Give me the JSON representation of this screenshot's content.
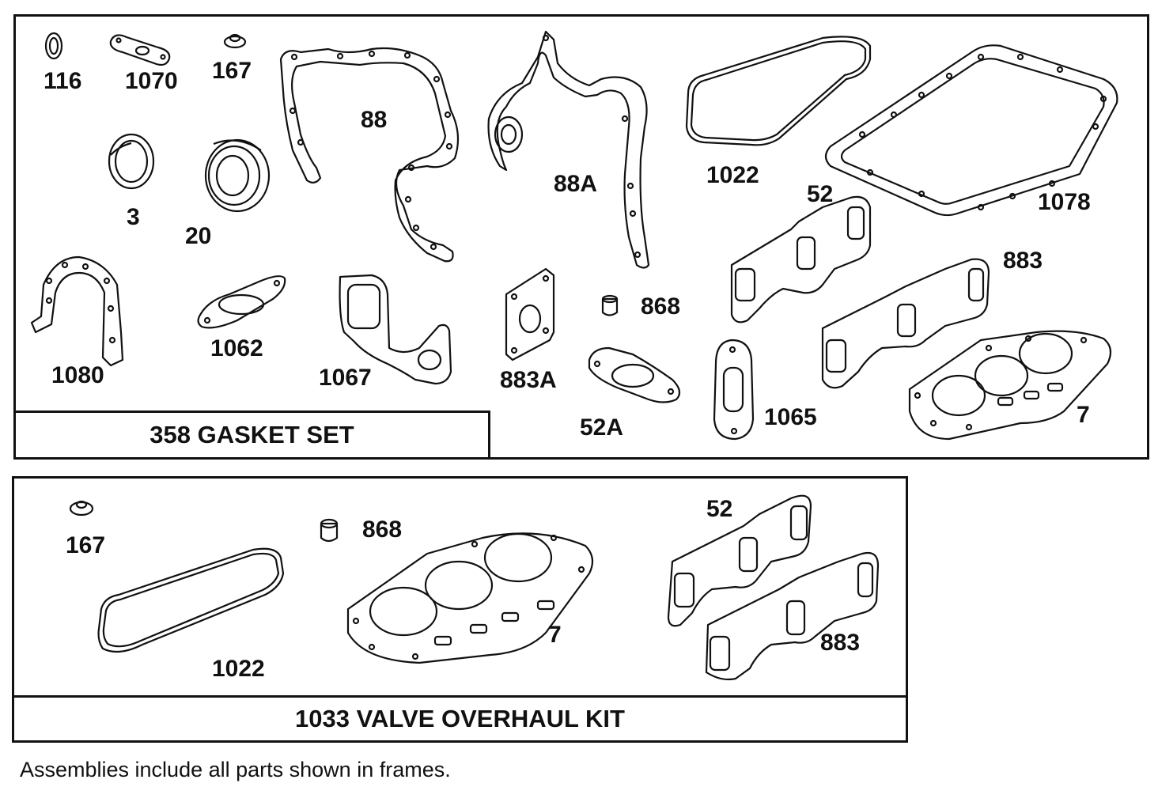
{
  "gasket_set": {
    "title": "358 GASKET SET",
    "parts": {
      "p116": "116",
      "p1070": "1070",
      "p167": "167",
      "p88": "88",
      "p88a": "88A",
      "p1022": "1022",
      "p52": "52",
      "p1078": "1078",
      "p3": "3",
      "p20": "20",
      "p883": "883",
      "p868": "868",
      "p1080": "1080",
      "p1062": "1062",
      "p1067": "1067",
      "p883a": "883A",
      "p52a": "52A",
      "p1065": "1065",
      "p7": "7"
    }
  },
  "valve_kit": {
    "title": "1033 VALVE OVERHAUL KIT",
    "parts": {
      "p167": "167",
      "p868": "868",
      "p52": "52",
      "p1022": "1022",
      "p7": "7",
      "p883": "883"
    }
  },
  "footnote": "Assemblies include all parts shown in frames."
}
